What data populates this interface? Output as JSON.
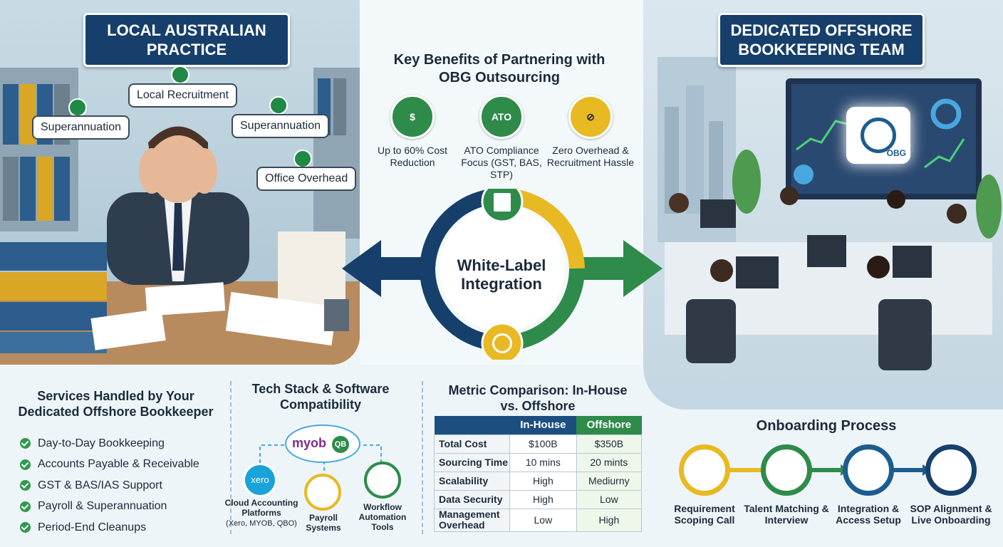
{
  "left_panel": {
    "title": "LOCAL AUSTRALIAN PRACTICE",
    "bubbles": [
      "Local Recruitment",
      "Superannuation",
      "Superannuation",
      "Office Overhead"
    ]
  },
  "right_panel": {
    "title": "DEDICATED OFFSHORE BOOKKEEPING TEAM",
    "logo_text": "OBG"
  },
  "center": {
    "heading": "Key Benefits of Partnering with OBG Outsourcing",
    "benefits": [
      {
        "label": "Up to 60% Cost Reduction",
        "icon": "money-bag-icon"
      },
      {
        "label": "ATO Compliance Focus (GST, BAS, STP)",
        "icon": "ato-map-icon",
        "badge": "ATO"
      },
      {
        "label": "Zero Overhead & Recruitment Hassle",
        "icon": "no-overhead-icon"
      }
    ],
    "cycle_label": "White-Label Integration"
  },
  "services": {
    "title": "Services Handled by Your Dedicated Offshore Bookkeeper",
    "items": [
      "Day-to-Day Bookkeeping",
      "Accounts Payable & Receivable",
      "GST & BAS/IAS Support",
      "Payroll & Superannuation",
      "Period-End Cleanups"
    ]
  },
  "tech_stack": {
    "title": "Tech Stack & Software Compatibility",
    "top_logo": "myob",
    "top_badge": "QB",
    "xero_logo": "xero",
    "nodes": [
      "Cloud Accounting Platforms",
      "Payroll Systems",
      "Workflow Automation Tools"
    ],
    "node_sub": "(Xero, MYOB, QBO)"
  },
  "metric": {
    "title": "Metric Comparison: In-House vs. Offshore",
    "headers": [
      "",
      "In-House",
      "Offshore"
    ],
    "rows": [
      [
        "Total Cost",
        "$100B",
        "$350B"
      ],
      [
        "Sourcing Time",
        "10 mins",
        "20 mints"
      ],
      [
        "Scalability",
        "High",
        "Mediurny"
      ],
      [
        "Data Security",
        "High",
        "Low"
      ],
      [
        "Management Overhead",
        "Low",
        "High"
      ]
    ]
  },
  "onboarding": {
    "title": "Onboarding Process",
    "steps": [
      {
        "label": "Requirement Scoping Call",
        "color": "#e8b923"
      },
      {
        "label": "Talent Matching & Interview",
        "color": "#2e8b4a"
      },
      {
        "label": "Integration & Access Setup",
        "color": "#1c5d8f"
      },
      {
        "label": "SOP Alignment & Live Onboarding",
        "color": "#173f6b"
      }
    ]
  },
  "colors": {
    "navy": "#173f6b",
    "green": "#2e8b4a",
    "yellow": "#e8b923"
  }
}
